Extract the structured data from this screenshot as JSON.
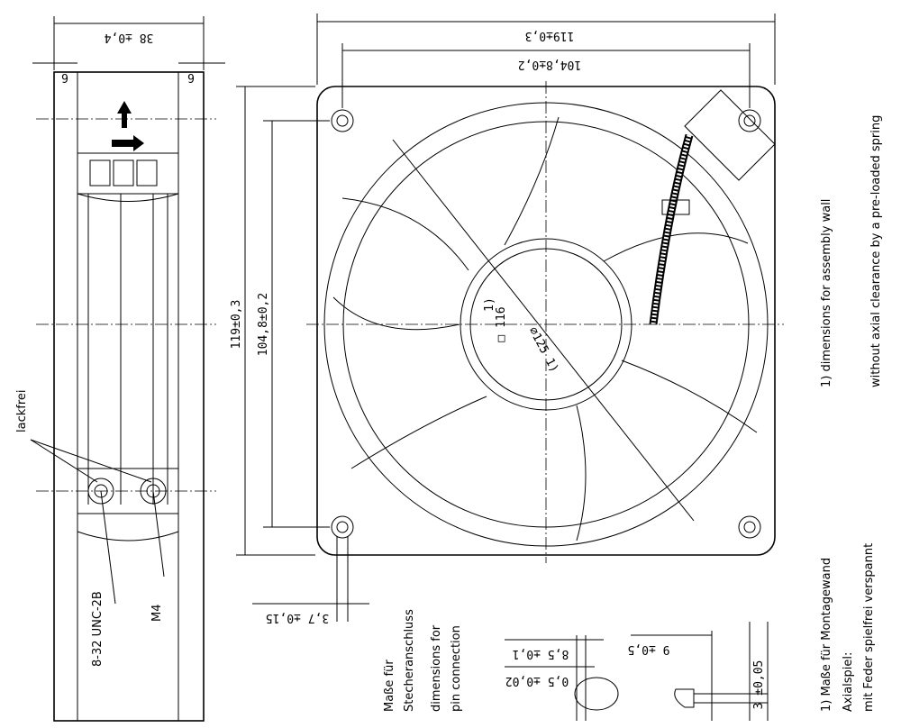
{
  "dimensions": {
    "side_width": "38 ±0,4",
    "side_left_gap": "6",
    "side_right_gap": "6",
    "front_width": "119±0,3",
    "front_hole_spacing": "104,8±0,2",
    "front_height": "119±0,3",
    "front_height_holes": "104,8±0,2",
    "square_116": "□ 116",
    "footnote_mark": "1)",
    "diameter": "⌀125 1)",
    "hole_offset": "3,7 ±0,15",
    "pin_85": "8,5 ±0,1",
    "pin_05": "0,5 ±0,02",
    "pin_9": "9 ±0,5",
    "pin_3": "3 ±0,05"
  },
  "labels": {
    "lackfrei": "lackfrei",
    "thread_unc": "8-32 UNC-2B",
    "thread_m4": "M4",
    "pin_de": [
      "Maße für",
      "Stecheranschluss"
    ],
    "pin_en": [
      "dimensions for",
      "pin connection"
    ]
  },
  "notes": {
    "en_footnote": "1) dimensions for assembly wall",
    "en_axial": "without axial clearance by a pre-loaded spring",
    "de_footnote": "1) Maße für Montagewand",
    "de_axial_title": "Axialspiel:",
    "de_axial_text": "mit Feder spielfrei verspannt"
  }
}
